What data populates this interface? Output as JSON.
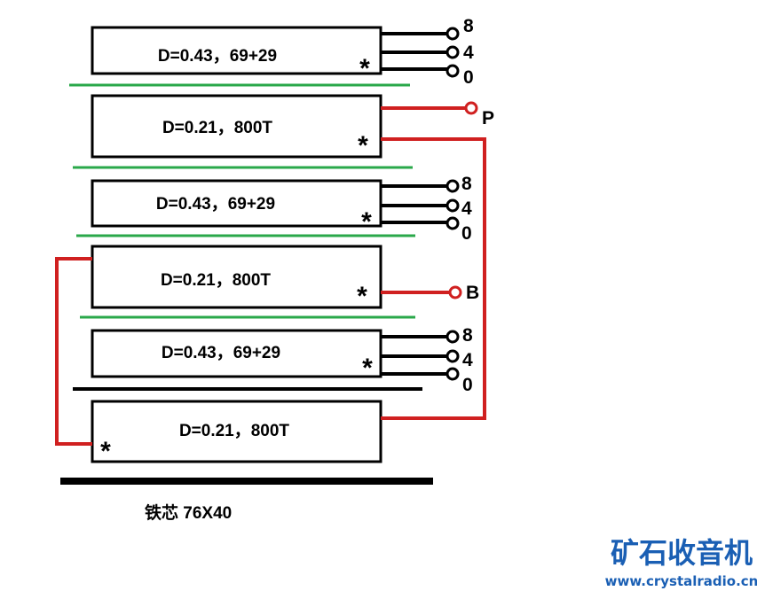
{
  "coils": [
    {
      "id": "coil-1",
      "label": "D=0.43，69+29",
      "marker": "*"
    },
    {
      "id": "coil-2",
      "label": "D=0.21，800T",
      "marker": "*"
    },
    {
      "id": "coil-3",
      "label": "D=0.43，69+29",
      "marker": "*"
    },
    {
      "id": "coil-4",
      "label": "D=0.21，800T",
      "marker": "*"
    },
    {
      "id": "coil-5",
      "label": "D=0.43，69+29",
      "marker": "*"
    },
    {
      "id": "coil-6",
      "label": "D=0.21，800T",
      "marker": "*"
    }
  ],
  "terminals": {
    "sec1": [
      "8",
      "4",
      "0"
    ],
    "sec2": [
      "8",
      "4",
      "0"
    ],
    "sec3": [
      "8",
      "4",
      "0"
    ],
    "p": "P",
    "b": "B"
  },
  "core_label": "铁芯   76X40",
  "brand": {
    "name": "矿石收音机",
    "url": "www.crystalradio.cn"
  },
  "colors": {
    "wire_primary": "#d02020",
    "wire_secondary": "#000000",
    "separator": "#2aa84a"
  }
}
